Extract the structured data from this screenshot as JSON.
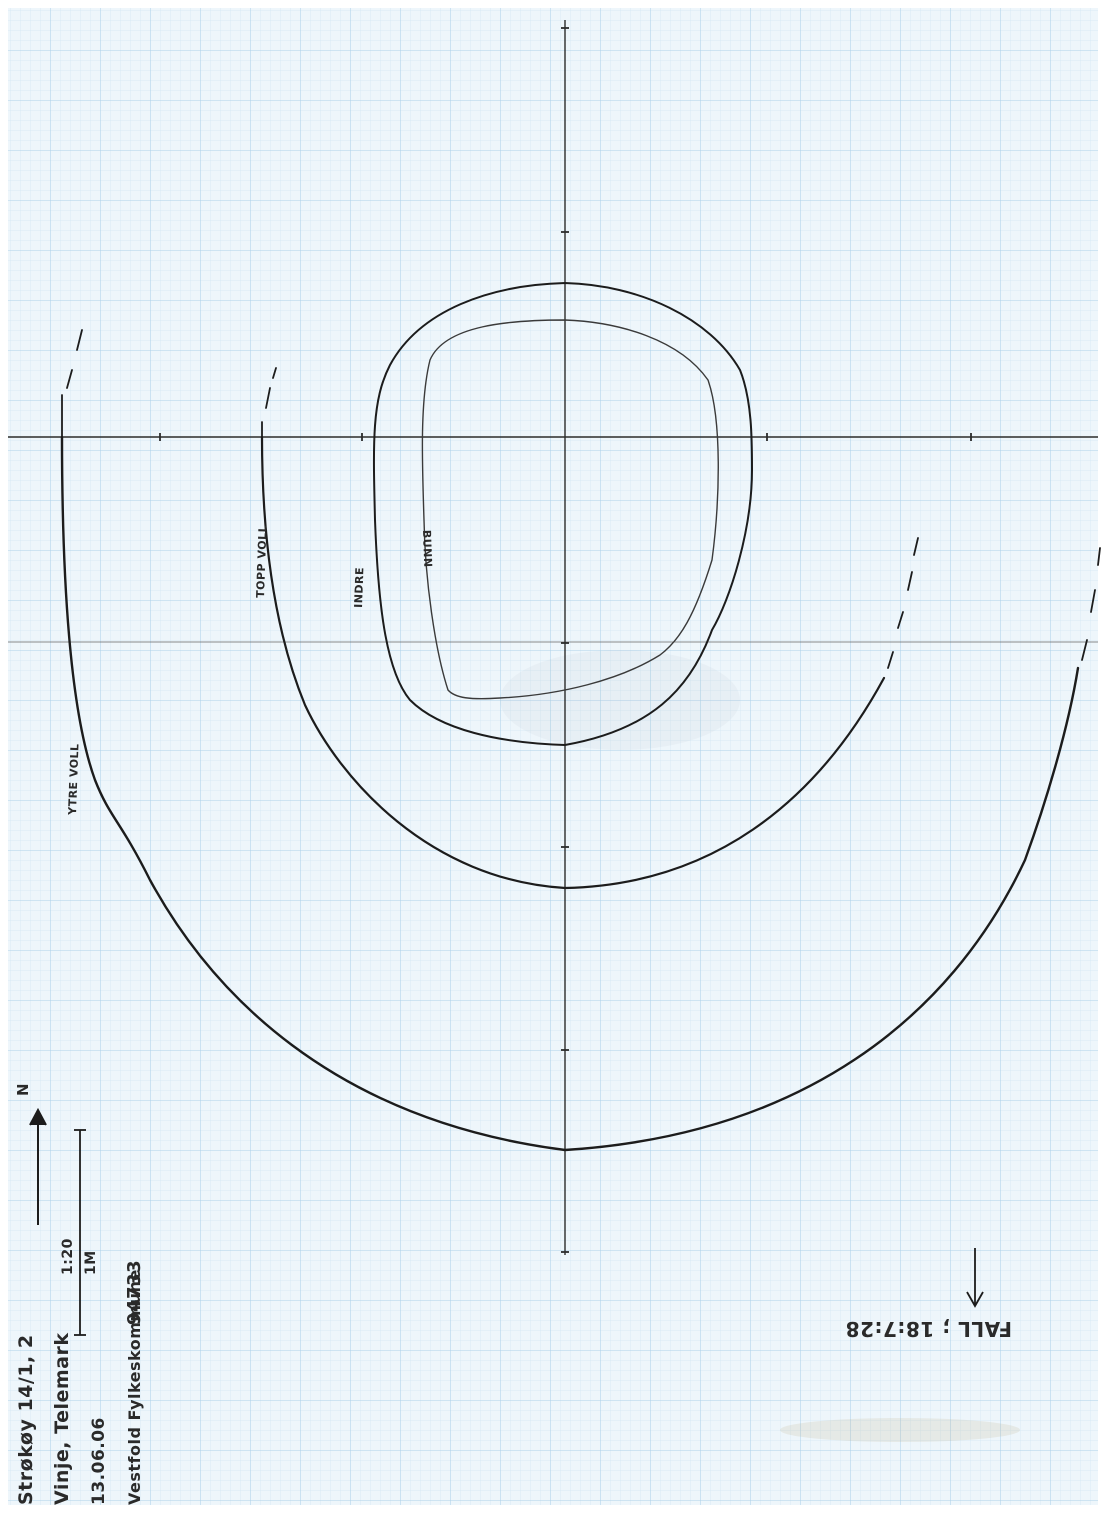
{
  "labels": {
    "ytre_voll": "YTRE VOLL",
    "topp_voll": "TOPP VOLL",
    "indre": "INDRE",
    "bunn": "BUNN"
  },
  "fall": "FALL ; 18:7:28",
  "north": "N",
  "scale": {
    "ratio": "1:20",
    "length": "1M"
  },
  "title_block": {
    "line1": "Strøkøy 14/1, 2",
    "line2": "Vinje, Telemark",
    "line3": "13.06.06",
    "line4": "Vestfold Fylkeskommune",
    "number": "94733"
  },
  "colors": {
    "paper": "#eef6fb",
    "grid_minor": "#cfe5f3",
    "grid_major": "#a9cfe8",
    "ink": "#1c1c1c",
    "pencil": "#555555"
  }
}
